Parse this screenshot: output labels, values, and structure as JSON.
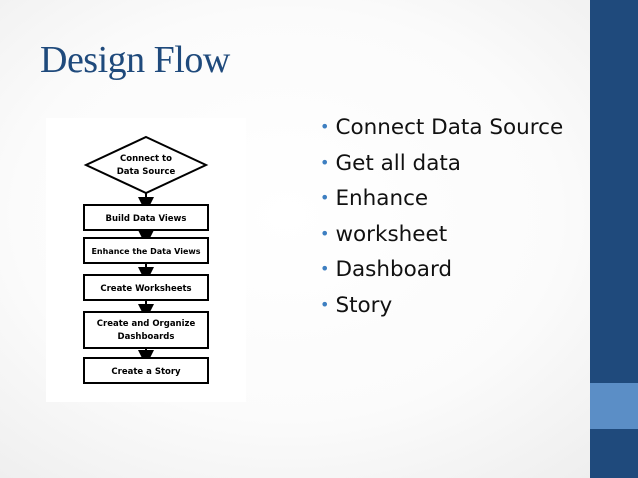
{
  "slide": {
    "title": "Design Flow",
    "bullets": [
      "Connect Data Source",
      "Get all data",
      "Enhance",
      "worksheet",
      "Dashboard",
      "Story"
    ]
  },
  "flowchart": {
    "start": [
      "Connect to",
      "Data Source"
    ],
    "steps": [
      [
        "Build Data Views"
      ],
      [
        "Enhance the Data Views"
      ],
      [
        "Create Worksheets"
      ],
      [
        "Create and Organize",
        "Dashboards"
      ],
      [
        "Create a Story"
      ]
    ]
  },
  "colors": {
    "title": "#1f4a7c",
    "sidebar_dark": "#1f4a7c",
    "sidebar_light": "#5b8ec6",
    "bullet": "#3e7fc1"
  },
  "icons": {
    "bullet": "•"
  }
}
